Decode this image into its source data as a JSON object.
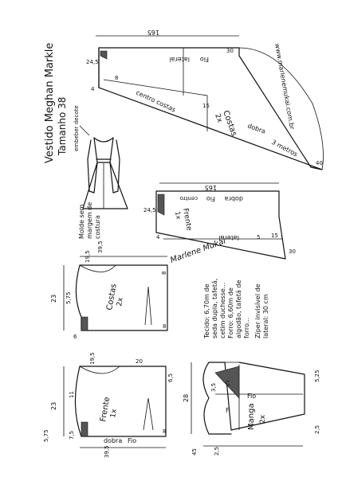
{
  "title": {
    "line1": "Vestido Meghan Markle",
    "line2": "Tamanho 38"
  },
  "website": "www.marlenemukai.com.br",
  "signature": "Marlene Mukai",
  "notes": {
    "embeber_decote": "embeber decote",
    "molde_sem_margem": [
      "Molde sem",
      "margem de",
      "costura"
    ],
    "materials": [
      "Tecido: 6,70m de",
      "seda dupla, tafetá,",
      "cetim duchesse...",
      "Forro: 6,60m de",
      "algodão, tafetá de",
      "forro...",
      "Zíper invisível de",
      "lateral: 30 cm"
    ]
  },
  "pieces": {
    "costas_big": {
      "label": "Costas",
      "count": "2x",
      "fio": "Fio",
      "lateral": "lateral",
      "centro_costas": "centro costas",
      "dobra": "dobra",
      "tres_metros": "3 metros",
      "dims": [
        "165",
        "24,5",
        "30",
        "15",
        "40",
        "8",
        "4"
      ]
    },
    "frente_big": {
      "label": "Frente",
      "count": "1x",
      "dobra": "dobra",
      "fio": "Fio",
      "centro": "centro",
      "lateral": "lateral",
      "dims": [
        "165",
        "24,5",
        "15",
        "30",
        "4",
        "5"
      ]
    },
    "costas_small": {
      "label": "Costas",
      "count": "2x",
      "dims": [
        "23",
        "39,5",
        "19,5",
        "8",
        "5,75",
        "6",
        "8"
      ]
    },
    "frente_small": {
      "label": "Frente",
      "count": "1x",
      "dobra": "dobra",
      "fio": "Fio",
      "dims": [
        "23",
        "19,5",
        "20",
        "11",
        "6,5",
        "5,75",
        "7,5",
        "39,5",
        "8"
      ]
    },
    "manga": {
      "label": "Manga",
      "count": "2x",
      "fio": "Fio",
      "letters": [
        "F",
        "C"
      ],
      "dims": [
        "28",
        "3,5",
        "5,25",
        "45",
        "2,5",
        "2,5"
      ]
    }
  }
}
